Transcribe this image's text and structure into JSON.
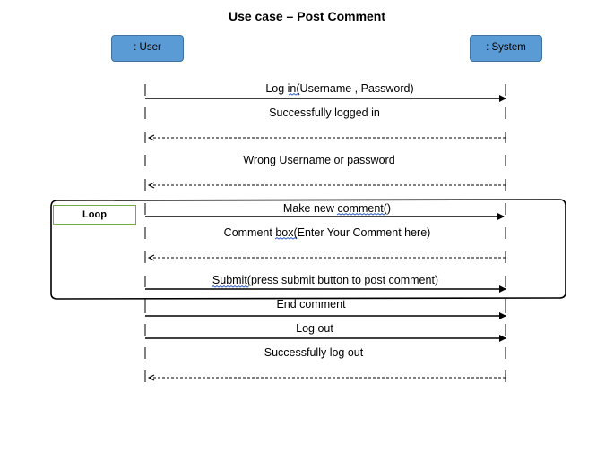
{
  "title": "Use case – Post Comment",
  "actors": {
    "user": ": User",
    "system": ": System"
  },
  "loop_label": "Loop",
  "messages": {
    "login": "Log in(Username , Password)",
    "logged_in": "Successfully logged in",
    "wrong": "Wrong Username or password",
    "new_comment": "Make new comment()",
    "comment_box": "Comment box(Enter Your Comment here)",
    "submit": "Submit(press submit button to post comment)",
    "end_comment": "End comment",
    "logout": "Log out",
    "logged_out": "Successfully log out"
  },
  "colors": {
    "actor_fill": "#5b9bd5",
    "loop_tag_border": "#70ad47"
  }
}
